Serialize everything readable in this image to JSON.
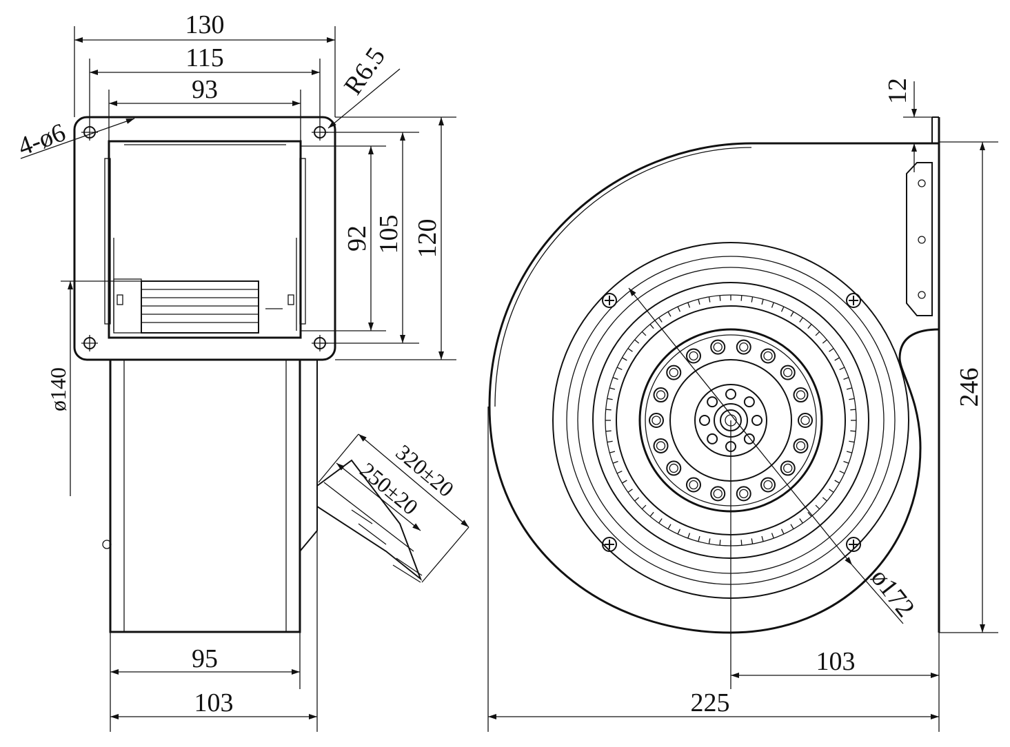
{
  "side_view": {
    "dim_top_outer": "130",
    "dim_top_mid": "115",
    "dim_top_inner": "93",
    "dim_holes": "4-ø6",
    "dim_radius": "R6.5",
    "dim_v_inner": "92",
    "dim_v_mid": "105",
    "dim_v_outer": "120",
    "dim_dia": "ø140",
    "dim_bottom_inner": "95",
    "dim_bottom_outer": "103",
    "dim_cable_long": "320±20",
    "dim_cable_short": "250±20"
  },
  "front_view": {
    "dim_flange": "12",
    "dim_height": "246",
    "dim_impeller": "ø172",
    "dim_center_offset": "103",
    "dim_width": "225"
  }
}
